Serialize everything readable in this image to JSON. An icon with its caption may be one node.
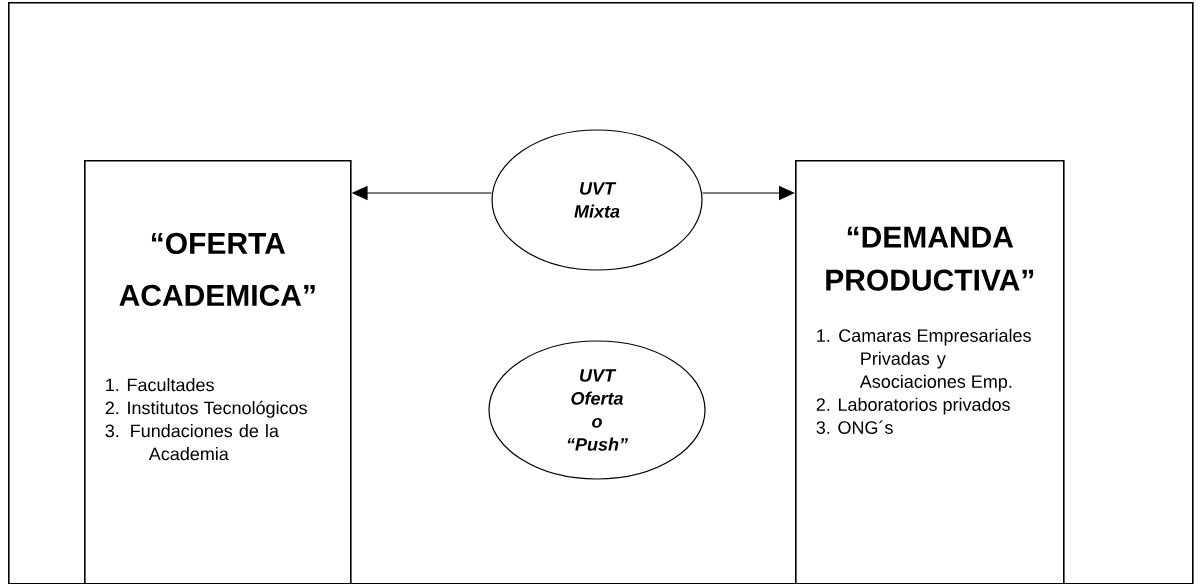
{
  "diagram": {
    "nodes": [
      {
        "text": [],
        "shape": "box"
      },
      {
        "text": [
          "“OFERTA ACADEMICA”",
          "1. Facultades",
          "2. Institutos Tecnológicos",
          "3. Fundaciones de la Academia"
        ],
        "in": 0
      },
      {
        "text": [
          "UVT Mixta"
        ],
        "in": 0
      },
      {
        "text": [
          "UVT Oferta o “Push”"
        ],
        "in": 0
      },
      {
        "text": [
          "“DEMANDA PRODUCTIVA”",
          "1. Camaras Empresariales Privadas y Asociaciones Emp.",
          "2. Laboratorios privados",
          "3. ONG´s"
        ],
        "in": 0
      }
    ],
    "edges": [
      {
        "from": 2,
        "to": 1,
        "arrow": "to"
      },
      {
        "from": 2,
        "to": 4,
        "arrow": "to"
      }
    ]
  }
}
